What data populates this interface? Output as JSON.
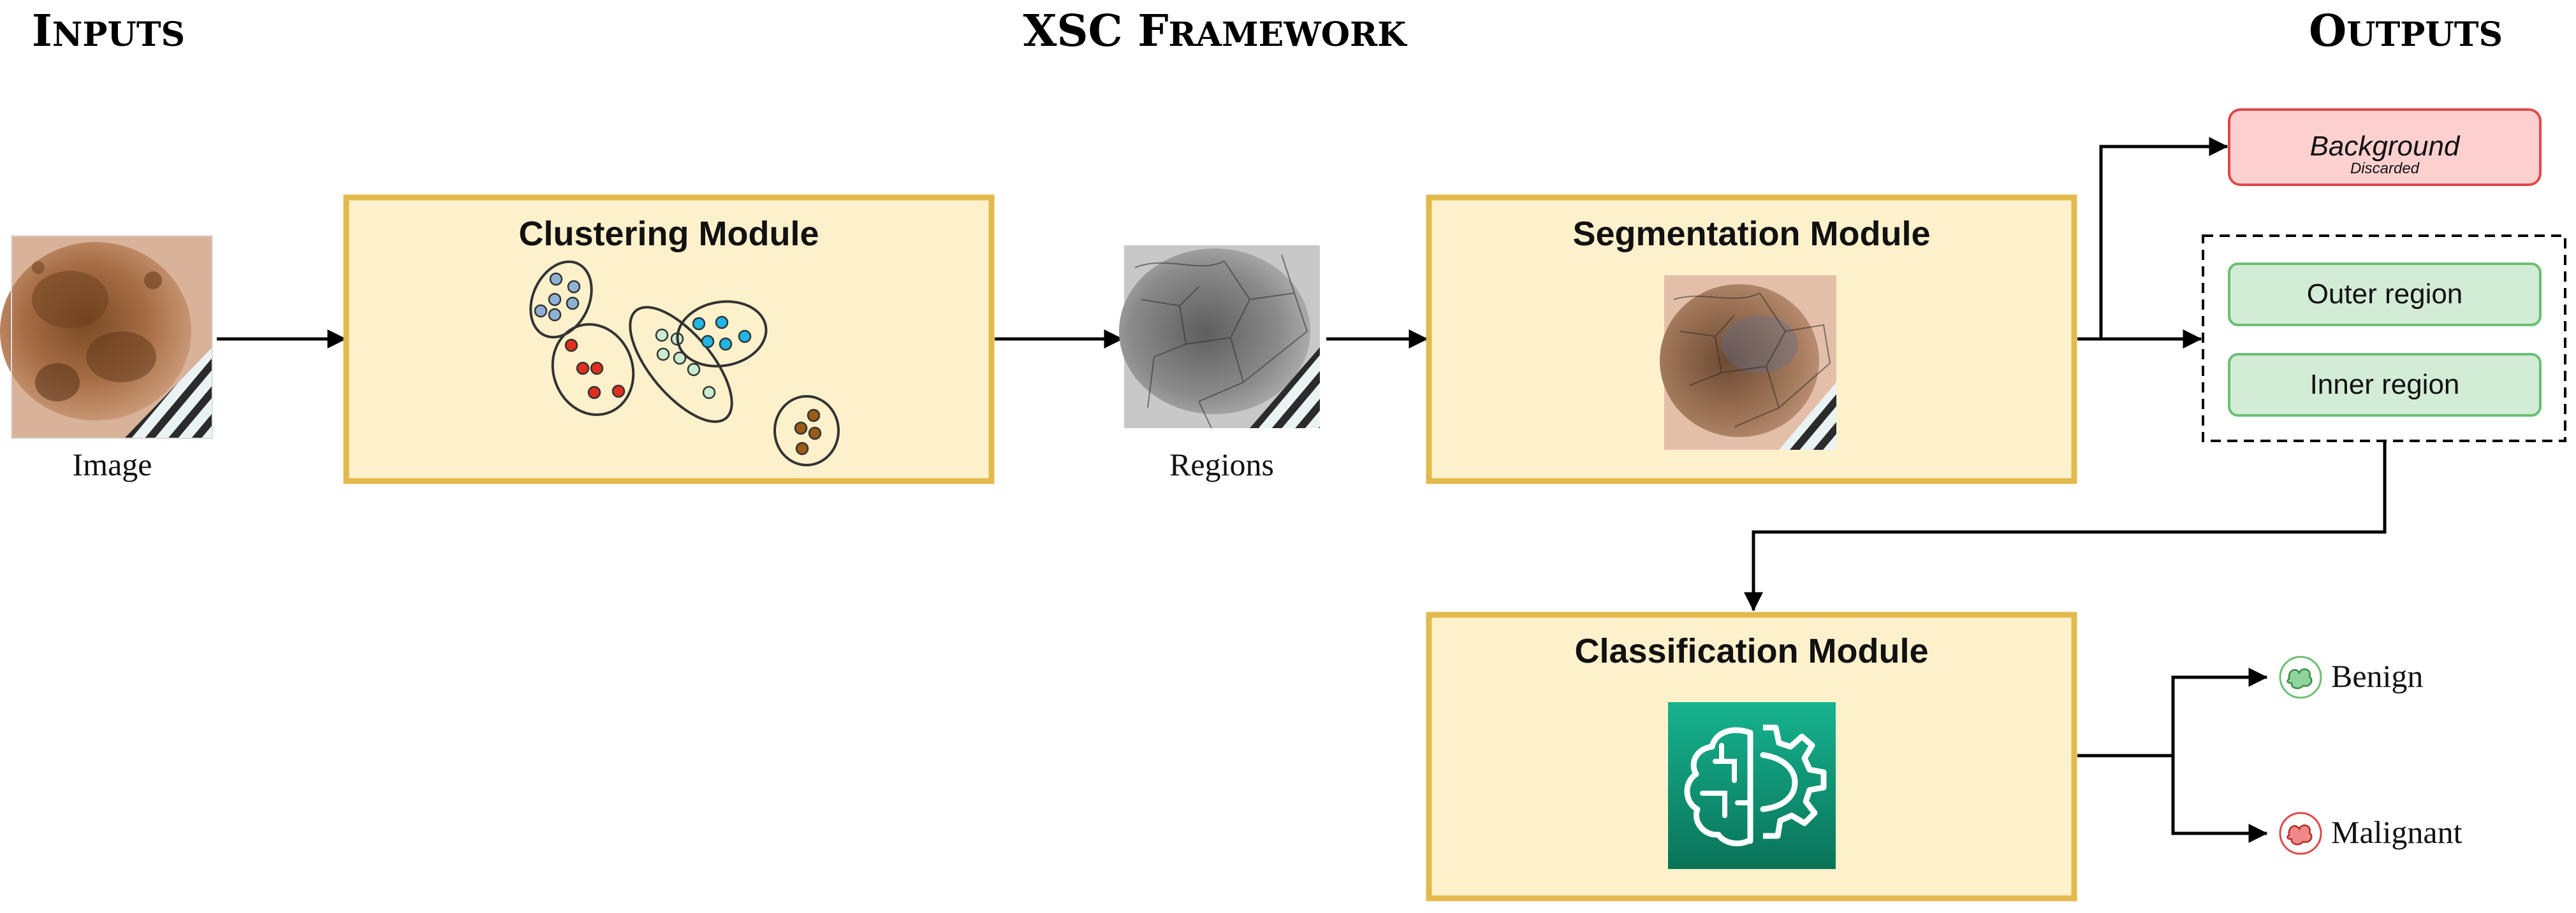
{
  "headers": {
    "inputs": "Inputs",
    "framework": "XSC Framework",
    "outputs": "Outputs"
  },
  "inputs": {
    "image_caption": "Image"
  },
  "modules": {
    "clustering": "Clustering Module",
    "segmentation": "Segmentation Module",
    "classification": "Classification Module"
  },
  "regions_caption": "Regions",
  "segmentation_outputs": {
    "background": "Background",
    "background_note": "Discarded",
    "outer": "Outer region",
    "inner": "Inner region"
  },
  "classification_outputs": {
    "benign": "Benign",
    "malignant": "Malignant"
  },
  "colors": {
    "module_fill": "#fdf1cc",
    "module_border": "#e4b94c",
    "background_fill": "#fdd0d0",
    "background_border": "#e04848",
    "region_fill": "#d2ecd6",
    "region_border": "#6bbf73",
    "brain_icon_top": "#16b38f",
    "brain_icon_bottom": "#0a7358"
  }
}
